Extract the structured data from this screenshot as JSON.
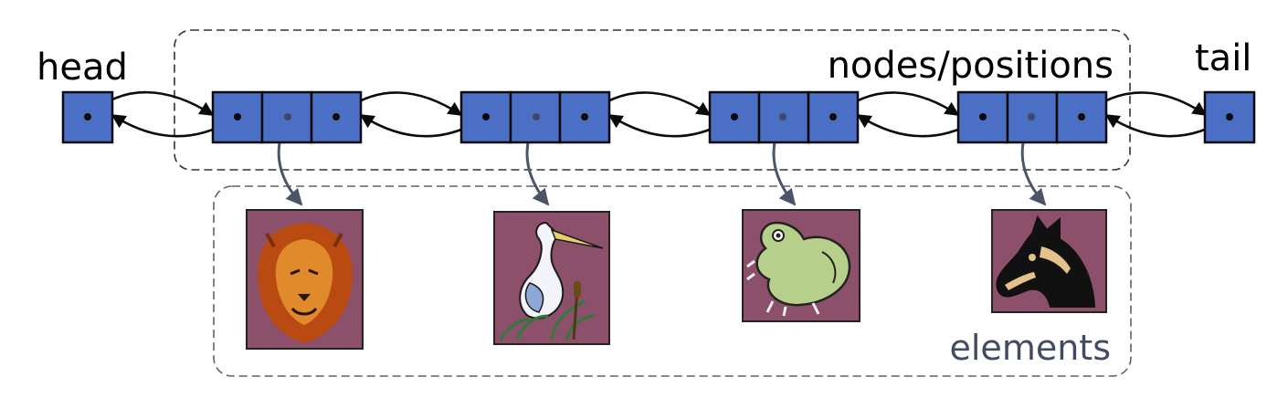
{
  "labels": {
    "head": "head",
    "tail": "tail",
    "nodes": "nodes/positions",
    "elements": "elements"
  },
  "colors": {
    "node_fill": "#4a6fc4",
    "node_stroke": "#0b0b0b",
    "link": "#0b0b0b",
    "element_pointer": "#4a5568",
    "element_bg": "#8c506a",
    "frame": "#333333"
  },
  "nodes": [
    {
      "id": "head",
      "kind": "sentinel"
    },
    {
      "id": "node-1",
      "kind": "node",
      "element": "lion"
    },
    {
      "id": "node-2",
      "kind": "node",
      "element": "heron"
    },
    {
      "id": "node-3",
      "kind": "node",
      "element": "frog"
    },
    {
      "id": "node-4",
      "kind": "node",
      "element": "horse"
    },
    {
      "id": "tail",
      "kind": "sentinel"
    }
  ],
  "elements": [
    {
      "name": "lion",
      "icon": "lion-icon"
    },
    {
      "name": "heron",
      "icon": "heron-icon"
    },
    {
      "name": "frog",
      "icon": "frog-icon"
    },
    {
      "name": "horse",
      "icon": "horse-icon"
    }
  ]
}
